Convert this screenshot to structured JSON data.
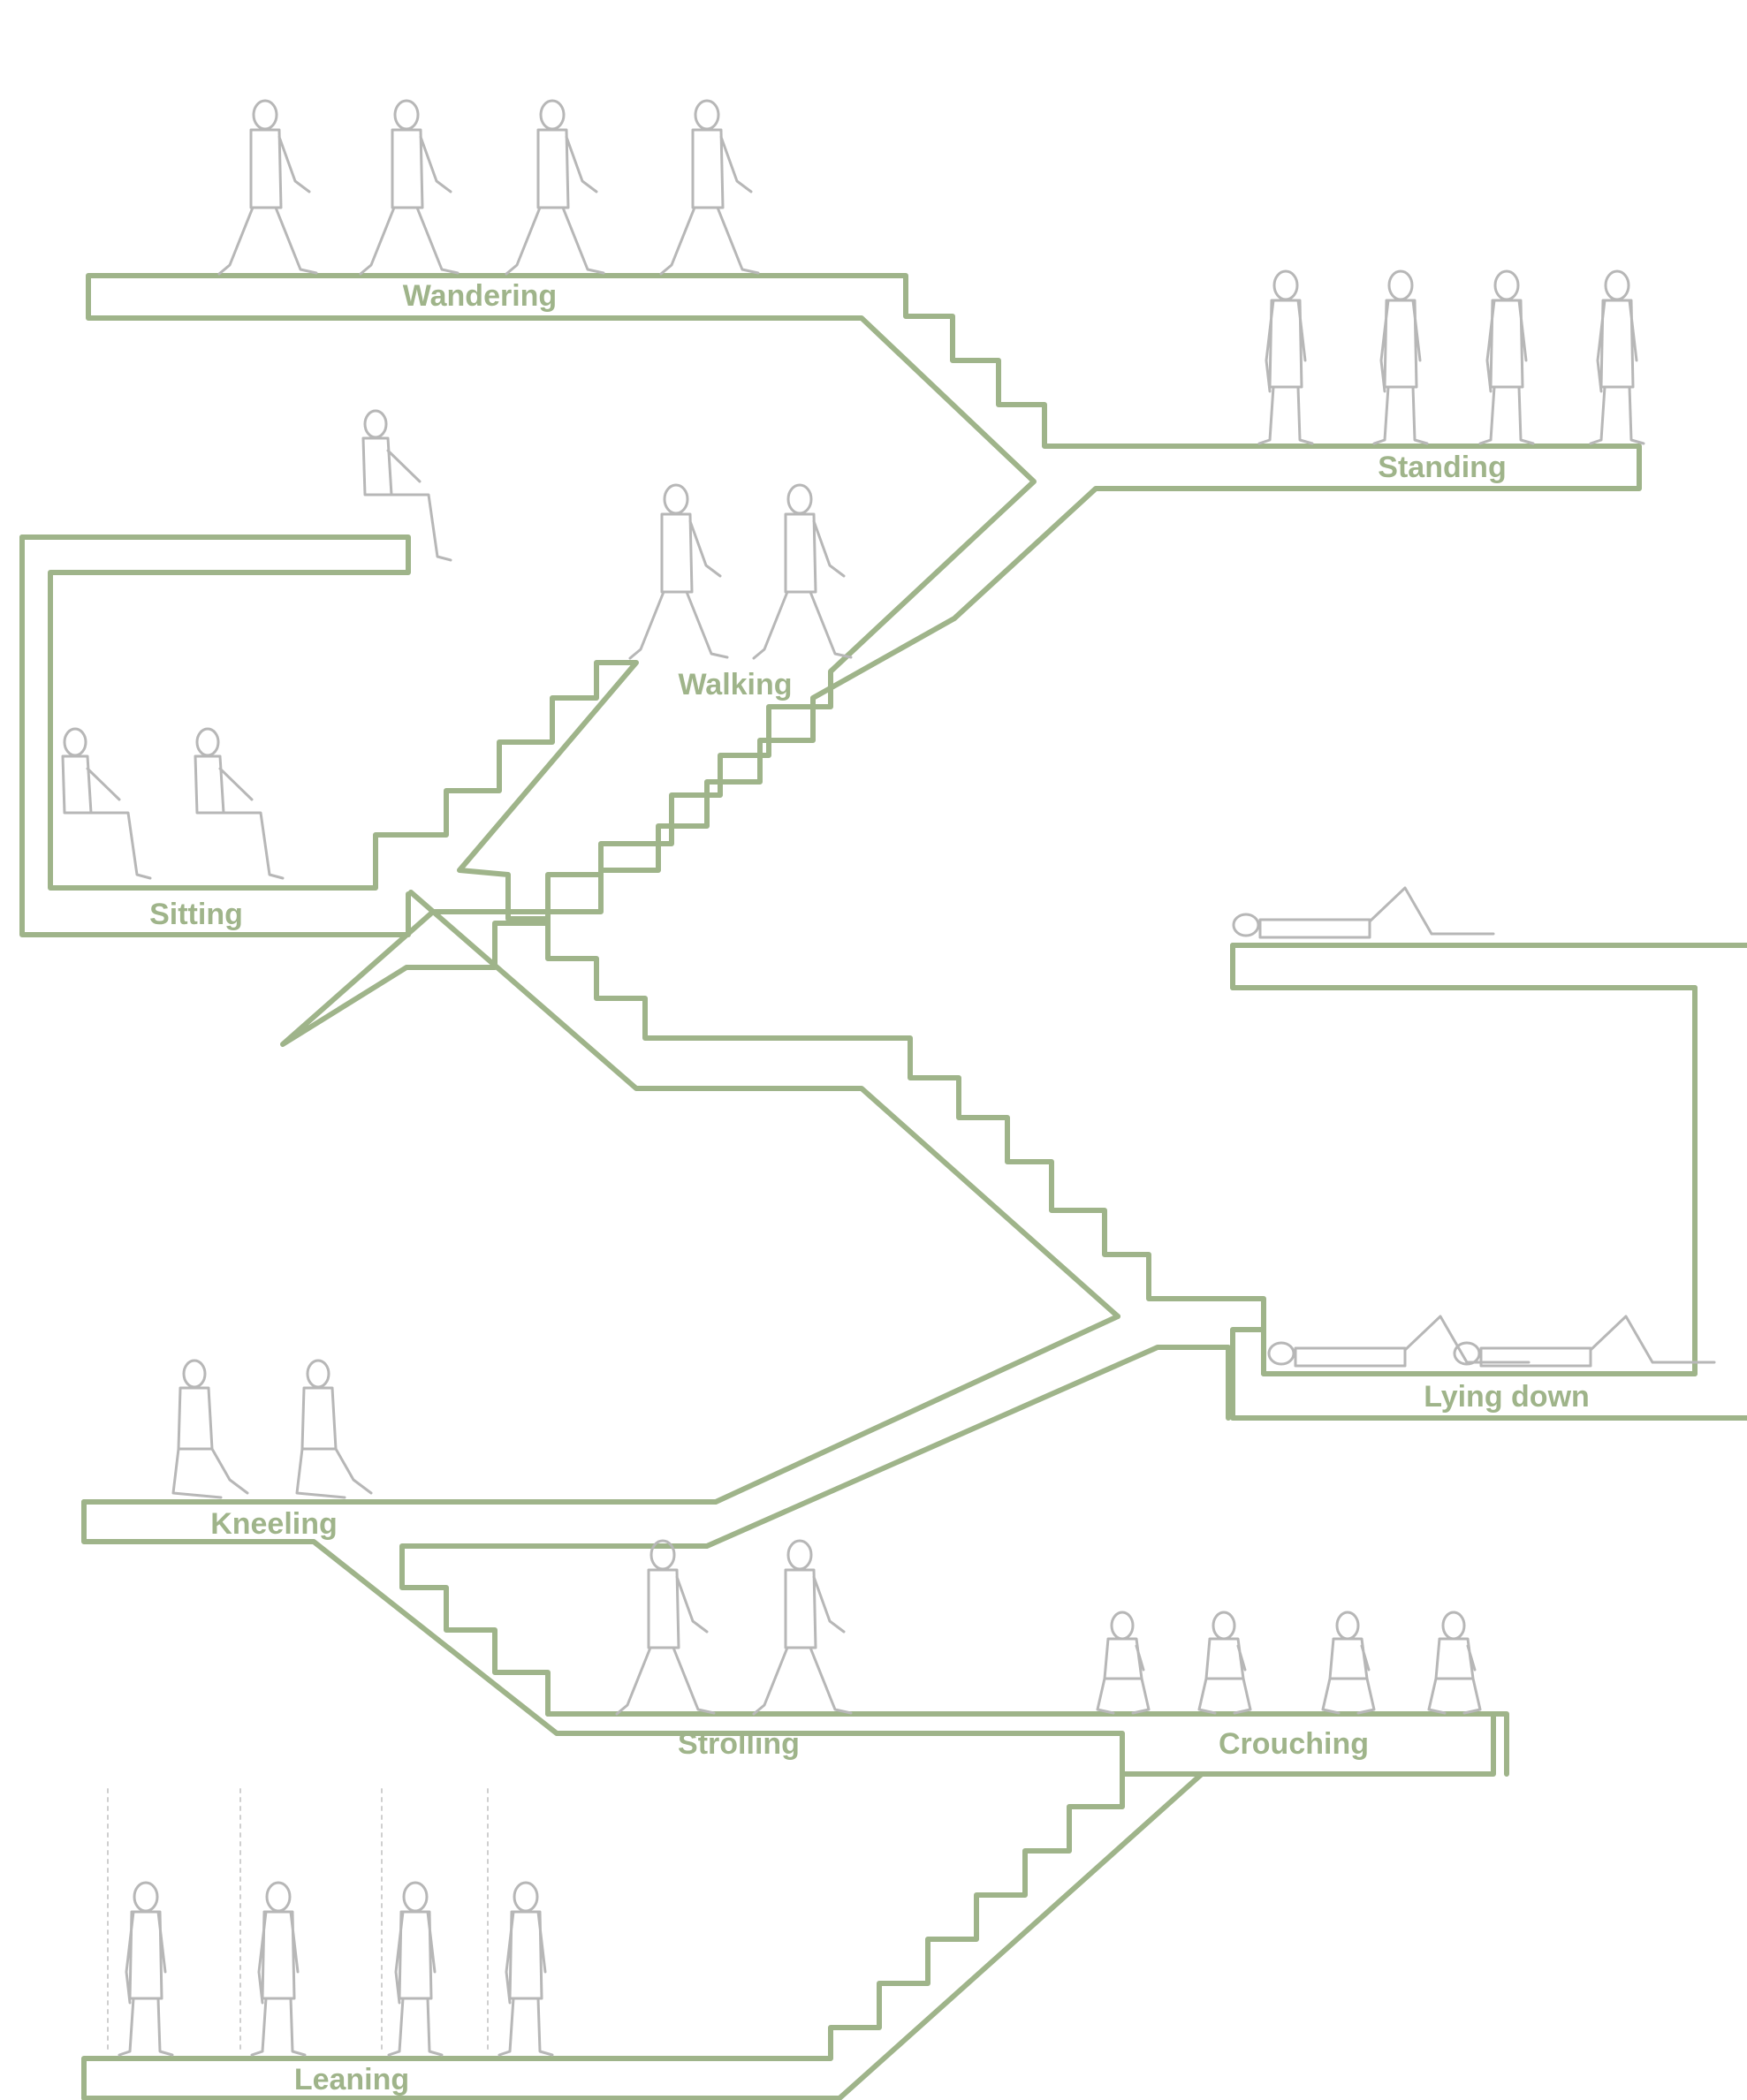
{
  "colors": {
    "structure": "#9fb48a",
    "figures": "#b7b7b7",
    "background": "#ffffff"
  },
  "labels": {
    "wandering": "Wandering",
    "standing": "Standing",
    "walking": "Walking",
    "sitting": "Sitting",
    "lying_down": "Lying down",
    "kneeling": "Kneeling",
    "strolling": "Strolling",
    "crouching": "Crouching",
    "leaning": "Leaning"
  },
  "figure_counts": {
    "wandering": 4,
    "standing": 4,
    "walking": 2,
    "sitting": 3,
    "lying_down": 3,
    "kneeling": 2,
    "strolling": 2,
    "crouching": 4,
    "leaning": 4
  }
}
